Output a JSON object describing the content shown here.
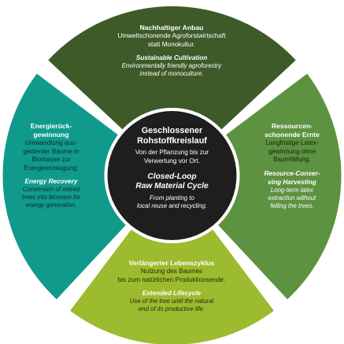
{
  "colors": {
    "top": "#3d5a28",
    "right": "#5d9240",
    "bottom": "#9dbb2e",
    "left": "#109a8c",
    "center": "#1e1e1e",
    "center_ring": "#ffffff"
  },
  "center": {
    "title": "Geschlossener\nRohstoffkreislauf",
    "body": "Von der Pflanzung bis zur\nVerwertung vor Ort.",
    "en_title": "Closed-Loop\nRaw Material Cycle",
    "en_body": "From planting to\nlocal reuse and recycling."
  },
  "segments": {
    "top": {
      "title": "Nachhaltiger Anbau",
      "body": "Umweltschonende Agroforstwirtschaft\nstatt Monokultur.",
      "en_title": "Sustainable Cultivation",
      "en_body": "Environmentally friendly agroforestry\ninstead of monoculture."
    },
    "right": {
      "title": "Ressourcen-\nschonende Ernte",
      "body": "Langfristige Latex-\ngewinnung ohne\nBaumfällung.",
      "en_title": "Resource-Conser-\nving Harvesting",
      "en_body": "Long-term latex\nextraction without\nfelling the trees."
    },
    "bottom": {
      "title": "Verlängerter Lebenszyklus",
      "body": "Nutzung des Baumes\nbis zum natürlichen Produktionsende.",
      "en_title": "Extended Lifecycle",
      "en_body": "Use of the tree until the natural\nend of its productive life."
    },
    "left": {
      "title": "Energierück-\ngewinnung",
      "body": "Umwandlung aus-\ngedienter Bäume in\nBiomasse zur\nEnergieerzeugung.",
      "en_title": "Energy Recovery",
      "en_body": "Conversion of retired\ntrees into biomass for\nenergy generation."
    }
  }
}
